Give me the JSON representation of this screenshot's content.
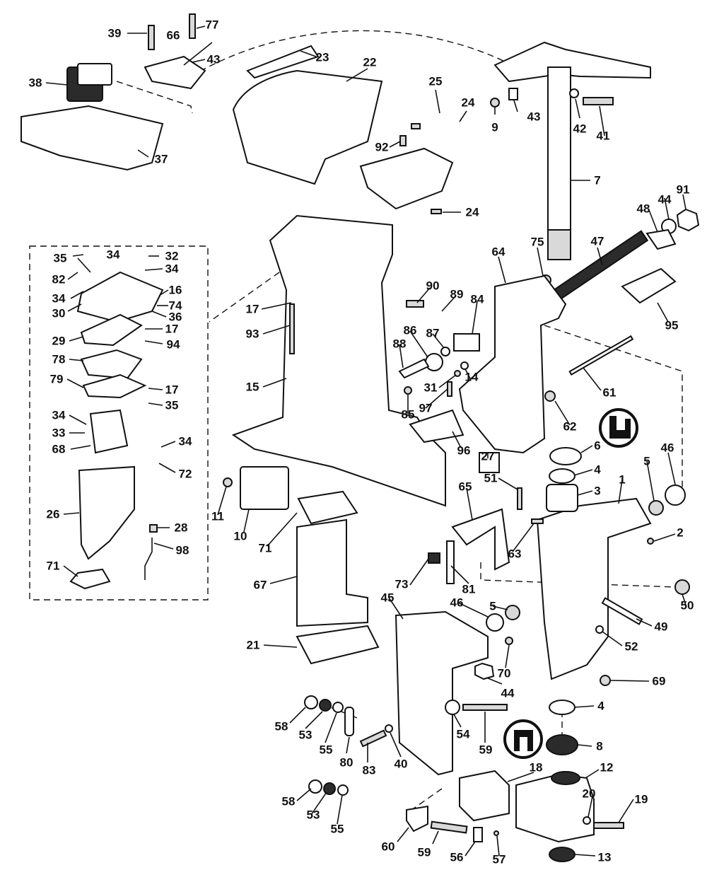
{
  "callouts": [
    {
      "id": "c39",
      "text": "39"
    },
    {
      "id": "c66",
      "text": "66"
    },
    {
      "id": "c77",
      "text": "77"
    },
    {
      "id": "c43a",
      "text": "43"
    },
    {
      "id": "c38",
      "text": "38"
    },
    {
      "id": "c37",
      "text": "37"
    },
    {
      "id": "c23",
      "text": "23"
    },
    {
      "id": "c22",
      "text": "22"
    },
    {
      "id": "c25",
      "text": "25"
    },
    {
      "id": "c24a",
      "text": "24"
    },
    {
      "id": "c92",
      "text": "92"
    },
    {
      "id": "c24b",
      "text": "24"
    },
    {
      "id": "c43b",
      "text": "43"
    },
    {
      "id": "c9",
      "text": "9"
    },
    {
      "id": "c42",
      "text": "42"
    },
    {
      "id": "c41",
      "text": "41"
    },
    {
      "id": "c7",
      "text": "7"
    },
    {
      "id": "c91",
      "text": "91"
    },
    {
      "id": "c44a",
      "text": "44"
    },
    {
      "id": "c48",
      "text": "48"
    },
    {
      "id": "c47",
      "text": "47"
    },
    {
      "id": "c75",
      "text": "75"
    },
    {
      "id": "c64",
      "text": "64"
    },
    {
      "id": "c95",
      "text": "95"
    },
    {
      "id": "c35a",
      "text": "35"
    },
    {
      "id": "c34a",
      "text": "34"
    },
    {
      "id": "c32",
      "text": "32"
    },
    {
      "id": "c82",
      "text": "82"
    },
    {
      "id": "c34b",
      "text": "34"
    },
    {
      "id": "c34c",
      "text": "34"
    },
    {
      "id": "c16",
      "text": "16"
    },
    {
      "id": "c74",
      "text": "74"
    },
    {
      "id": "c36",
      "text": "36"
    },
    {
      "id": "c30",
      "text": "30"
    },
    {
      "id": "c17a",
      "text": "17"
    },
    {
      "id": "c29",
      "text": "29"
    },
    {
      "id": "c94",
      "text": "94"
    },
    {
      "id": "c78",
      "text": "78"
    },
    {
      "id": "c79",
      "text": "79"
    },
    {
      "id": "c17b",
      "text": "17"
    },
    {
      "id": "c35b",
      "text": "35"
    },
    {
      "id": "c34d",
      "text": "34"
    },
    {
      "id": "c33",
      "text": "33"
    },
    {
      "id": "c68",
      "text": "68"
    },
    {
      "id": "c34e",
      "text": "34"
    },
    {
      "id": "c72",
      "text": "72"
    },
    {
      "id": "c26",
      "text": "26"
    },
    {
      "id": "c28",
      "text": "28"
    },
    {
      "id": "c98",
      "text": "98"
    },
    {
      "id": "c71a",
      "text": "71"
    },
    {
      "id": "c17c",
      "text": "17"
    },
    {
      "id": "c93",
      "text": "93"
    },
    {
      "id": "c15",
      "text": "15"
    },
    {
      "id": "c90",
      "text": "90"
    },
    {
      "id": "c89",
      "text": "89"
    },
    {
      "id": "c84",
      "text": "84"
    },
    {
      "id": "c86",
      "text": "86"
    },
    {
      "id": "c87",
      "text": "87"
    },
    {
      "id": "c88",
      "text": "88"
    },
    {
      "id": "c14",
      "text": "14"
    },
    {
      "id": "c31",
      "text": "31"
    },
    {
      "id": "c85",
      "text": "85"
    },
    {
      "id": "c97",
      "text": "97"
    },
    {
      "id": "c61",
      "text": "61"
    },
    {
      "id": "c62",
      "text": "62"
    },
    {
      "id": "c6",
      "text": "6"
    },
    {
      "id": "c4a",
      "text": "4"
    },
    {
      "id": "c3",
      "text": "3"
    },
    {
      "id": "c46a",
      "text": "46"
    },
    {
      "id": "c5a",
      "text": "5"
    },
    {
      "id": "c1",
      "text": "1"
    },
    {
      "id": "c2",
      "text": "2"
    },
    {
      "id": "c96",
      "text": "96"
    },
    {
      "id": "c27",
      "text": "27"
    },
    {
      "id": "c51",
      "text": "51"
    },
    {
      "id": "c65",
      "text": "65"
    },
    {
      "id": "c11",
      "text": "11"
    },
    {
      "id": "c10",
      "text": "10"
    },
    {
      "id": "c71b",
      "text": "71"
    },
    {
      "id": "c63",
      "text": "63"
    },
    {
      "id": "c73",
      "text": "73"
    },
    {
      "id": "c81",
      "text": "81"
    },
    {
      "id": "c50",
      "text": "50"
    },
    {
      "id": "c67",
      "text": "67"
    },
    {
      "id": "c45",
      "text": "45"
    },
    {
      "id": "c46b",
      "text": "46"
    },
    {
      "id": "c5b",
      "text": "5"
    },
    {
      "id": "c49",
      "text": "49"
    },
    {
      "id": "c52",
      "text": "52"
    },
    {
      "id": "c21",
      "text": "21"
    },
    {
      "id": "c70",
      "text": "70"
    },
    {
      "id": "c69",
      "text": "69"
    },
    {
      "id": "c44b",
      "text": "44"
    },
    {
      "id": "c4b",
      "text": "4"
    },
    {
      "id": "c58a",
      "text": "58"
    },
    {
      "id": "c53a",
      "text": "53"
    },
    {
      "id": "c55a",
      "text": "55"
    },
    {
      "id": "c80",
      "text": "80"
    },
    {
      "id": "c54",
      "text": "54"
    },
    {
      "id": "c59a",
      "text": "59"
    },
    {
      "id": "c8",
      "text": "8"
    },
    {
      "id": "c83",
      "text": "83"
    },
    {
      "id": "c40",
      "text": "40"
    },
    {
      "id": "c18",
      "text": "18"
    },
    {
      "id": "c12",
      "text": "12"
    },
    {
      "id": "c20",
      "text": "20"
    },
    {
      "id": "c19",
      "text": "19"
    },
    {
      "id": "c58b",
      "text": "58"
    },
    {
      "id": "c53b",
      "text": "53"
    },
    {
      "id": "c55b",
      "text": "55"
    },
    {
      "id": "c60",
      "text": "60"
    },
    {
      "id": "c59b",
      "text": "59"
    },
    {
      "id": "c56",
      "text": "56"
    },
    {
      "id": "c57",
      "text": "57"
    },
    {
      "id": "c13",
      "text": "13"
    }
  ],
  "symbols": [
    {
      "id": "seal-upper",
      "icon": "seal-lip-icon"
    },
    {
      "id": "seal-lower",
      "icon": "seal-lip-icon"
    }
  ],
  "colors": {
    "ink": "#111111",
    "paper": "#ffffff",
    "shade": "#2b2b2b"
  }
}
